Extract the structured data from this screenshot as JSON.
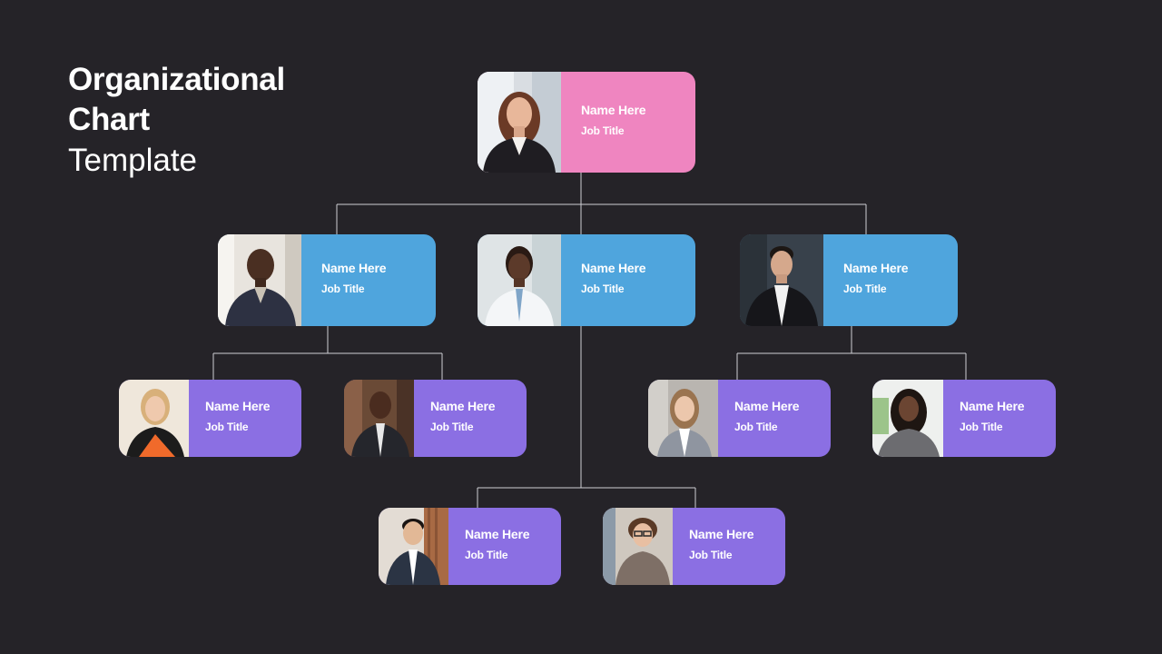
{
  "title": {
    "line1": "Organizational",
    "line2": "Chart",
    "line3": "Template"
  },
  "colors": {
    "background": "#252328",
    "ceo": "#ef85c0",
    "manager": "#4fa5dd",
    "staff": "#8b6fe3",
    "connector": "#cfcfd4"
  },
  "ceo": {
    "name": "Name Here",
    "job": "Job Title"
  },
  "managers": [
    {
      "name": "Name Here",
      "job": "Job Title"
    },
    {
      "name": "Name Here",
      "job": "Job Title"
    },
    {
      "name": "Name Here",
      "job": "Job Title"
    }
  ],
  "staff": [
    {
      "name": "Name Here",
      "job": "Job Title"
    },
    {
      "name": "Name Here",
      "job": "Job Title"
    },
    {
      "name": "Name Here",
      "job": "Job Title"
    },
    {
      "name": "Name Here",
      "job": "Job Title"
    },
    {
      "name": "Name Here",
      "job": "Job Title"
    },
    {
      "name": "Name Here",
      "job": "Job Title"
    }
  ]
}
